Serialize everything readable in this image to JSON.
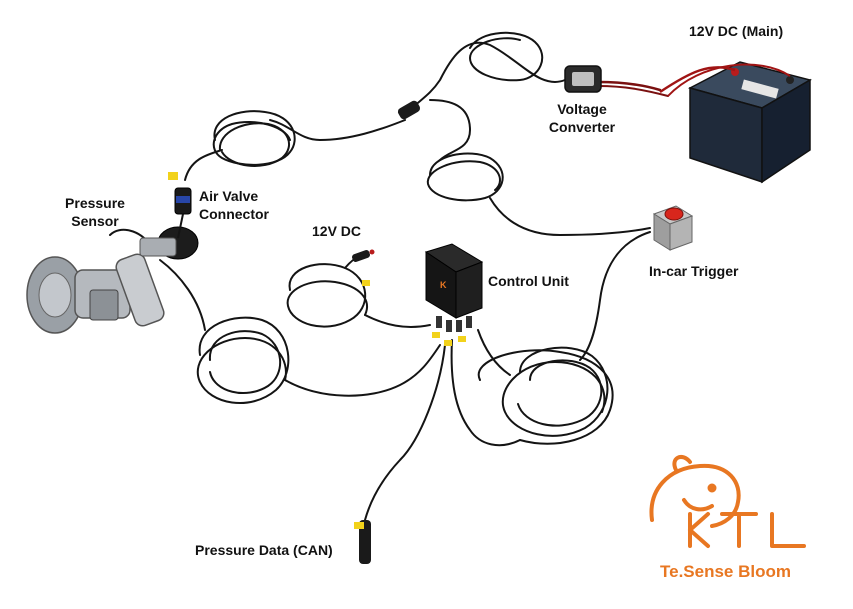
{
  "labels": {
    "main_power": "12V DC (Main)",
    "voltage_converter_line1": "Voltage",
    "voltage_converter_line2": "Converter",
    "pressure_sensor_line1": "Pressure",
    "pressure_sensor_line2": "Sensor",
    "air_valve_line1": "Air Valve",
    "air_valve_line2": "Connector",
    "aux_power": "12V DC",
    "control_unit": "Control Unit",
    "trigger": "In-car Trigger",
    "can_data": "Pressure Data (CAN)"
  },
  "brand": {
    "logo_text": "KTL",
    "product_name": "Te.Sense Bloom",
    "color": "#e87722"
  },
  "colors": {
    "cable": "#141414",
    "battery": "#1f2a3a",
    "connector_yellow": "#f2d21b",
    "trigger_button": "#d8261c"
  }
}
